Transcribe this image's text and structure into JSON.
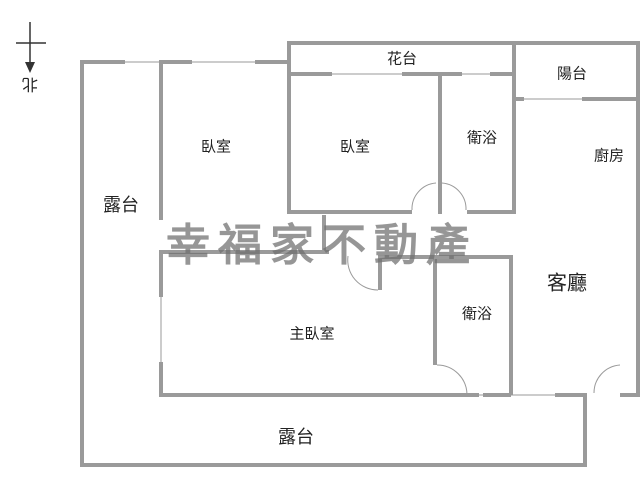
{
  "compass": {
    "north_label": "北",
    "icon": "north-arrow-icon"
  },
  "watermark": "幸福家不動產",
  "colors": {
    "wall": "#9a9a9a",
    "background": "#ffffff",
    "text": "#222222",
    "watermark": "#6e6e6e"
  },
  "rooms": {
    "terrace_left": "露台",
    "bedroom_1": "臥室",
    "bedroom_2": "臥室",
    "flower_bed": "花台",
    "bathroom_1": "衛浴",
    "balcony": "陽台",
    "kitchen": "廚房",
    "living_room": "客廳",
    "master_bedroom": "主臥室",
    "bathroom_2": "衛浴",
    "terrace_bottom": "露台"
  }
}
